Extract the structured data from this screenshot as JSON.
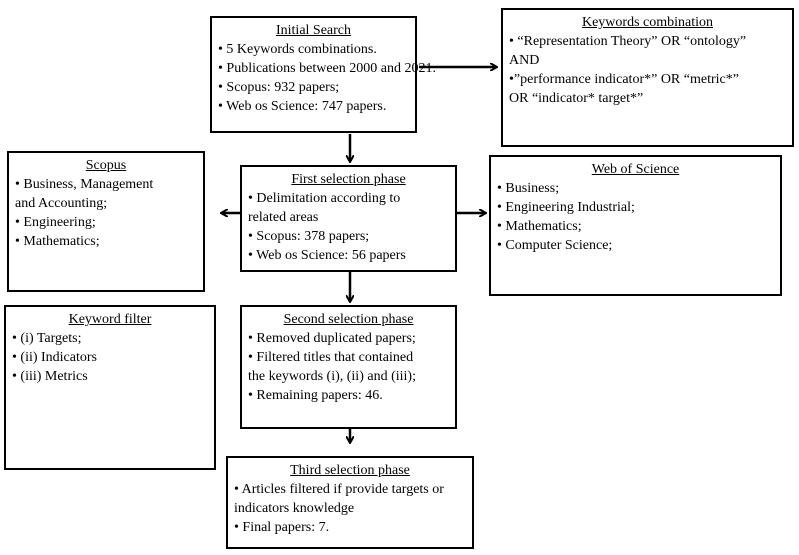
{
  "boxes": {
    "initial": {
      "title": "Initial Search",
      "items": [
        "• 5 Keywords  combinations.",
        "• Publications between 2000 and 2021.",
        "• Scopus:  932 papers;",
        "• Web os Science: 747 papers."
      ]
    },
    "keywords": {
      "title": "Keywords  combination",
      "items": [
        "• “Representation Theory” OR “ontology”",
        "AND",
        "•”performance indicator*” OR “metric*”",
        "OR “indicator* target*”"
      ]
    },
    "scopus": {
      "title": "Scopus",
      "items": [
        "• Business,  Management",
        "and Accounting;",
        "• Engineering;",
        "• Mathematics;"
      ]
    },
    "first": {
      "title": "First selection phase",
      "items": [
        "• Delimitation according to",
        "related areas",
        "• Scopus:  378 papers;",
        "• Web os Science: 56 papers"
      ]
    },
    "wos": {
      "title": "Web of Science",
      "items": [
        "• Business;",
        "• Engineering Industrial;",
        "• Mathematics;",
        "• Computer Science;"
      ]
    },
    "filter": {
      "title": "Keyword  filter",
      "items": [
        "• (i) Targets;",
        "• (ii) Indicators",
        "• (iii) Metrics"
      ]
    },
    "second": {
      "title": "Second selection phase",
      "items": [
        "• Removed duplicated papers;",
        "• Filtered titles that contained",
        "the keywords  (i), (ii) and (iii);",
        "• Remaining papers: 46."
      ]
    },
    "third": {
      "title": "Third selection phase",
      "items": [
        "• Articles filtered if provide targets or",
        "indicators knowledge",
        "• Final papers: 7."
      ]
    }
  }
}
